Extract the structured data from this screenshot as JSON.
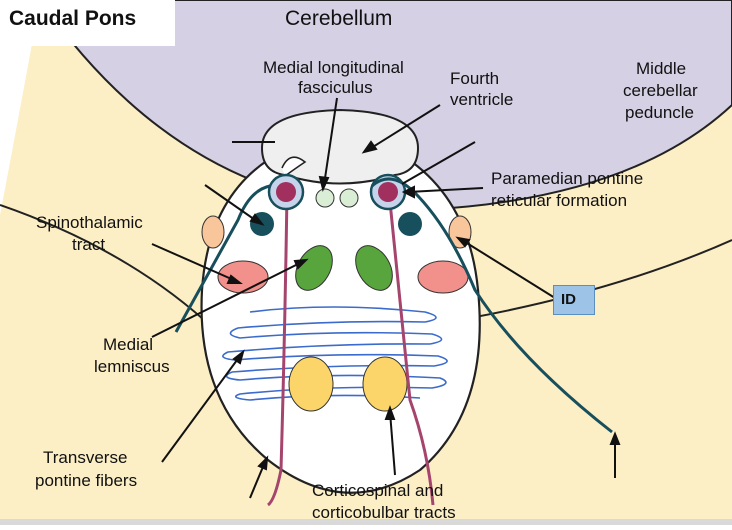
{
  "title": "Caudal Pons",
  "labels": {
    "cerebellum": "Cerebellum",
    "mlf": [
      "Medial longitudinal",
      "fasciculus"
    ],
    "fourth_ventricle": [
      "Fourth",
      "ventricle"
    ],
    "mcp": [
      "Middle",
      "cerebellar",
      "peduncle"
    ],
    "pprf": [
      "Paramedian pontine",
      "reticular formation"
    ],
    "spinothalamic": [
      "Spinothalamic",
      "tract"
    ],
    "medial_lemniscus": [
      "Medial",
      "lemniscus"
    ],
    "transverse_fibers": [
      "Transverse",
      "pontine fibers"
    ],
    "corticospinal": [
      "Corticospinal and",
      "corticobulbar tracts"
    ],
    "id_box": "ID"
  },
  "colors": {
    "cerebellum": "#d5d0e3",
    "peduncle": "#fcefc6",
    "pons": "#ffffff",
    "ventricle": "#efefef",
    "nucleus_outer": "#c5d4ea",
    "nucleus_inner": "#a1305e",
    "dark_teal": "#174f5c",
    "peach": "#f9c59a",
    "salmon": "#f2908c",
    "green": "#58a43d",
    "yellow": "#fbd56a",
    "blue_lines": "#3b6bcc",
    "purple_tract": "#a5456d",
    "small_circle": "#daeed6",
    "id_box": "#9dc3e6"
  }
}
